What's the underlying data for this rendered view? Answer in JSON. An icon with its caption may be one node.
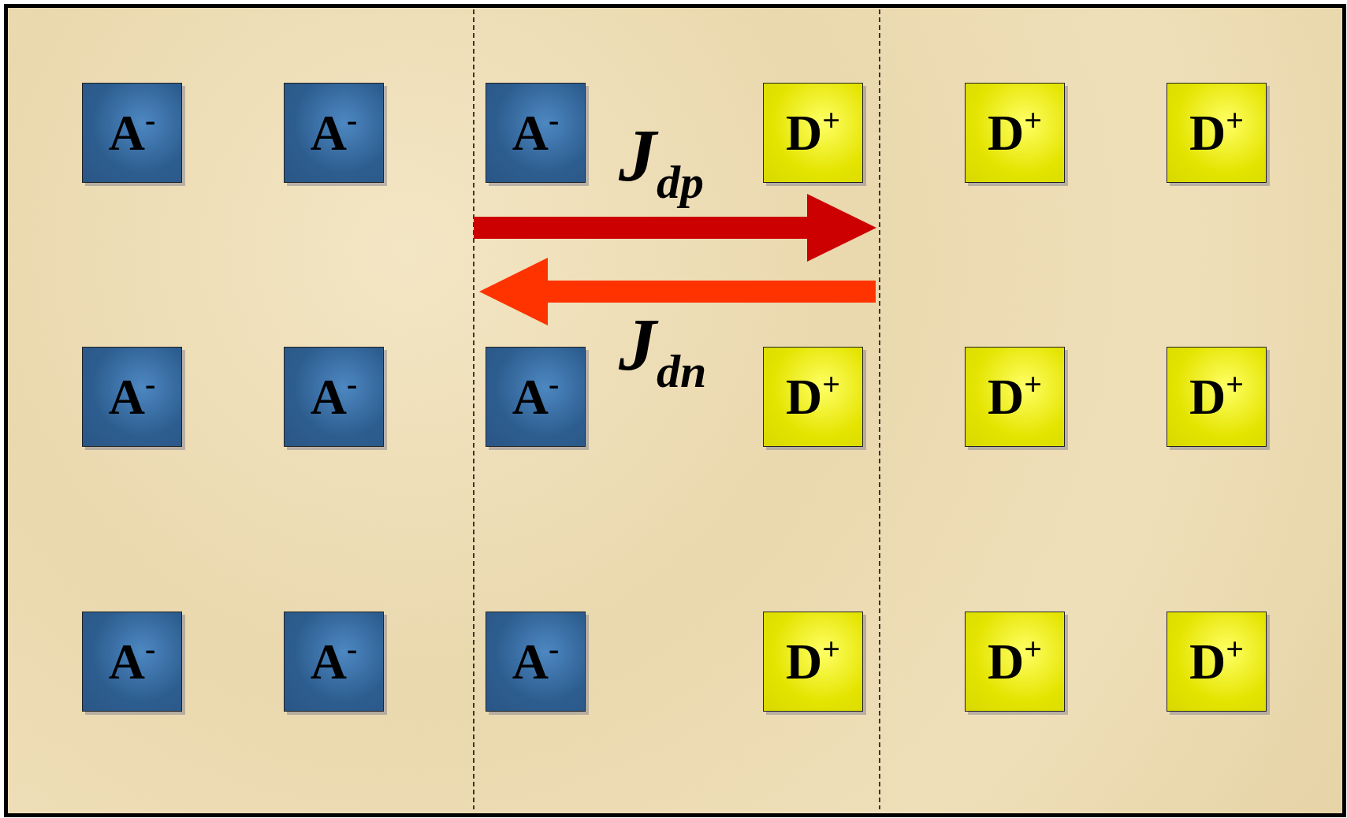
{
  "diagram": {
    "nodes": [
      {
        "text": [
          "A$^{-}$"
        ]
      },
      {
        "text": [
          "A$^{-}$"
        ]
      },
      {
        "text": [
          "A$^{-}$"
        ]
      },
      {
        "text": [
          "D$^{+}$"
        ]
      },
      {
        "text": [
          "D$^{+}$"
        ]
      },
      {
        "text": [
          "D$^{+}$"
        ]
      },
      {
        "text": [
          "A$^{-}$"
        ]
      },
      {
        "text": [
          "A$^{-}$"
        ]
      },
      {
        "text": [
          "A$^{-}$"
        ]
      },
      {
        "text": [
          "D$^{+}$"
        ]
      },
      {
        "text": [
          "D$^{+}$"
        ]
      },
      {
        "text": [
          "D$^{+}$"
        ]
      },
      {
        "text": [
          "A$^{-}$"
        ]
      },
      {
        "text": [
          "A$^{-}$"
        ]
      },
      {
        "text": [
          "A$^{-}$"
        ]
      },
      {
        "text": [
          "D$^{+}$"
        ]
      },
      {
        "text": [
          "D$^{+}$"
        ]
      },
      {
        "text": [
          "D$^{+}$"
        ]
      }
    ],
    "labels": [
      "J$_{dp}$",
      "J$_{dn}$"
    ]
  }
}
